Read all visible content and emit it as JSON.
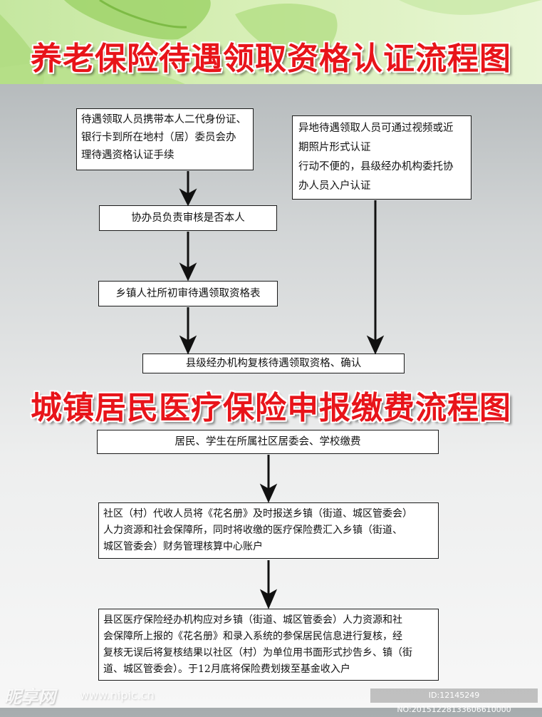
{
  "title_pension": "养老保险待遇领取资格认证流程图",
  "pension_flow": {
    "step1": [
      "待遇领取人员携带本人二代身份证、",
      "银行卡到所在地村（居）委员会办",
      "理待遇资格认证手续"
    ],
    "remote": [
      "异地待遇领取人员可通过视频或近",
      "期照片形式认证",
      "行动不便的，县级经办机构委托协",
      "办人员入户认证"
    ],
    "step2": "协办员负责审核是否本人",
    "step3": "乡镇人社所初审待遇领取资格表",
    "step4": "县级经办机构复核待遇领取资格、确认"
  },
  "title_medical": "城镇居民医疗保险申报缴费流程图",
  "medical_flow": {
    "step1": "居民、学生在所属社区居委会、学校缴费",
    "step2": [
      "社区（村）代收人员将《花名册》及时报送乡镇（街道、城区管委会）",
      "人力资源和社会保障所，同时将收缴的医疗保险费汇入乡镇（街道、",
      "城区管委会）财务管理核算中心账户"
    ],
    "step3": [
      "县区医疗保险经办机构应对乡镇（街道、城区管委会）人力资源和社",
      "会保障所上报的《花名册》和录入系统的参保居民信息进行复核，经",
      "复核无误后将复核结果以社区（村）为单位用书面形式抄告乡、镇（街",
      "道、城区管委会）。于12月底将保险费划拨至基金收入户"
    ]
  },
  "watermark": {
    "logo": "昵享网",
    "url": "www.nipic.cn",
    "id": "ID:12145249 NO:20151228133606610000"
  },
  "colors": {
    "title_red": "#e8141a",
    "leaf_green": "#c5e7a0",
    "box_border": "#1a1a1a"
  }
}
